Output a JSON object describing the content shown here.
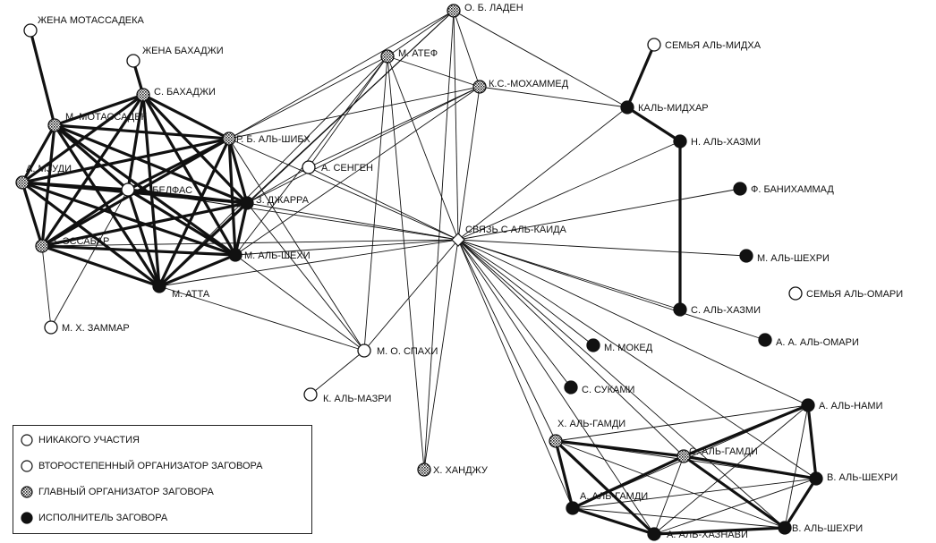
{
  "network": {
    "nodes": [
      {
        "id": "wife-motassadek",
        "label": "ЖЕНА МОТАССАДЕКА",
        "type": "none"
      },
      {
        "id": "wife-bahaji",
        "label": "ЖЕНА БАХАДЖИ",
        "type": "none"
      },
      {
        "id": "bahaji",
        "label": "С. БАХАДЖИ",
        "type": "main"
      },
      {
        "id": "motassadek",
        "label": "М. МОТАССАДЕК",
        "type": "main"
      },
      {
        "id": "mzudi",
        "label": "А. МЗУДИ",
        "type": "main"
      },
      {
        "id": "belfas",
        "label": "М. БЕЛФАС",
        "type": "secondary"
      },
      {
        "id": "essabar",
        "label": "З. ЭССАБАР",
        "type": "main"
      },
      {
        "id": "atta",
        "label": "М. АТТА",
        "type": "perpetrator"
      },
      {
        "id": "zammar",
        "label": "М. Х. ЗАММАР",
        "type": "none"
      },
      {
        "id": "shibh",
        "label": "Р. Б. АЛЬ-ШИБХ",
        "type": "main"
      },
      {
        "id": "jarrah",
        "label": "З. ДЖАРРА",
        "type": "perpetrator"
      },
      {
        "id": "shehhi-m",
        "label": "М. АЛЬ-ШЕХИ",
        "type": "perpetrator"
      },
      {
        "id": "sengen",
        "label": "А. СЕНГЕН",
        "type": "none"
      },
      {
        "id": "spahi",
        "label": "М. О. СПАХИ",
        "type": "none"
      },
      {
        "id": "mazri",
        "label": "К. АЛЬ-МАЗРИ",
        "type": "none"
      },
      {
        "id": "ladin",
        "label": "О. Б. ЛАДЕН",
        "type": "main"
      },
      {
        "id": "atef",
        "label": "М. АТЕФ",
        "type": "main"
      },
      {
        "id": "ksm",
        "label": "К.С.-МОХАММЕД",
        "type": "main"
      },
      {
        "id": "hub",
        "label": "СВЯЗЬ С АЛЬ-КАИДА",
        "type": "hub"
      },
      {
        "id": "hanjour-h",
        "label": "Х. ХАНДЖУ",
        "type": "main"
      },
      {
        "id": "mihdhar-family",
        "label": "СЕМЬЯ АЛЬ-МИДХА",
        "type": "none"
      },
      {
        "id": "mihdhar",
        "label": "КАЛЬ-МИДХАР",
        "type": "perpetrator"
      },
      {
        "id": "hazmi-n",
        "label": "Н. АЛЬ-ХАЗМИ",
        "type": "perpetrator"
      },
      {
        "id": "banihammad",
        "label": "Ф. БАНИХАММАД",
        "type": "perpetrator"
      },
      {
        "id": "shehri-m",
        "label": "М. АЛЬ-ШЕХРИ",
        "type": "perpetrator"
      },
      {
        "id": "omari-family",
        "label": "СЕМЬЯ АЛЬ-ОМАРИ",
        "type": "none"
      },
      {
        "id": "hazmi-s",
        "label": "С. АЛЬ-ХАЗМИ",
        "type": "perpetrator"
      },
      {
        "id": "omari",
        "label": "А. А. АЛЬ-ОМАРИ",
        "type": "perpetrator"
      },
      {
        "id": "moqed",
        "label": "М. МОКЕД",
        "type": "perpetrator"
      },
      {
        "id": "suqami",
        "label": "С. СУКАМИ",
        "type": "perpetrator"
      },
      {
        "id": "nami",
        "label": "А. АЛЬ-НАМИ",
        "type": "perpetrator"
      },
      {
        "id": "ghamdi-h",
        "label": "Х. АЛЬ-ГАМДИ",
        "type": "main"
      },
      {
        "id": "ghamdi-s",
        "label": "С. АЛЬ-ГАМДИ",
        "type": "main"
      },
      {
        "id": "ghamdi-a",
        "label": "А. АЛЬ-ГАМДИ",
        "type": "perpetrator"
      },
      {
        "id": "shehri-w",
        "label": "В. АЛЬ-ШЕХРИ",
        "type": "perpetrator"
      },
      {
        "id": "shehri-w2",
        "label": "В. АЛЬ-ШЕХРИ",
        "type": "perpetrator"
      },
      {
        "id": "haznawi",
        "label": "А. АЛЬ-ХАЗНАВИ",
        "type": "perpetrator"
      }
    ],
    "edges_thick": [
      [
        "wife-motassadek",
        "motassadek"
      ],
      [
        "wife-bahaji",
        "bahaji"
      ],
      [
        "bahaji",
        "motassadek"
      ],
      [
        "bahaji",
        "mzudi"
      ],
      [
        "bahaji",
        "belfas"
      ],
      [
        "bahaji",
        "essabar"
      ],
      [
        "bahaji",
        "atta"
      ],
      [
        "bahaji",
        "shibh"
      ],
      [
        "bahaji",
        "jarrah"
      ],
      [
        "bahaji",
        "shehhi-m"
      ],
      [
        "motassadek",
        "mzudi"
      ],
      [
        "motassadek",
        "belfas"
      ],
      [
        "motassadek",
        "essabar"
      ],
      [
        "motassadek",
        "atta"
      ],
      [
        "motassadek",
        "shibh"
      ],
      [
        "motassadek",
        "jarrah"
      ],
      [
        "motassadek",
        "shehhi-m"
      ],
      [
        "mzudi",
        "belfas"
      ],
      [
        "mzudi",
        "essabar"
      ],
      [
        "mzudi",
        "atta"
      ],
      [
        "mzudi",
        "shibh"
      ],
      [
        "mzudi",
        "jarrah"
      ],
      [
        "mzudi",
        "shehhi-m"
      ],
      [
        "belfas",
        "essabar"
      ],
      [
        "belfas",
        "atta"
      ],
      [
        "belfas",
        "shibh"
      ],
      [
        "belfas",
        "jarrah"
      ],
      [
        "belfas",
        "shehhi-m"
      ],
      [
        "essabar",
        "atta"
      ],
      [
        "essabar",
        "shibh"
      ],
      [
        "essabar",
        "jarrah"
      ],
      [
        "essabar",
        "shehhi-m"
      ],
      [
        "atta",
        "shibh"
      ],
      [
        "atta",
        "jarrah"
      ],
      [
        "atta",
        "shehhi-m"
      ],
      [
        "shibh",
        "jarrah"
      ],
      [
        "shibh",
        "shehhi-m"
      ],
      [
        "jarrah",
        "shehhi-m"
      ],
      [
        "mihdhar-family",
        "mihdhar"
      ],
      [
        "mihdhar",
        "hazmi-n"
      ],
      [
        "hazmi-n",
        "hazmi-s"
      ],
      [
        "ghamdi-h",
        "ghamdi-s"
      ],
      [
        "ghamdi-h",
        "ghamdi-a"
      ],
      [
        "ghamdi-s",
        "nami"
      ],
      [
        "ghamdi-s",
        "shehri-w"
      ],
      [
        "ghamdi-s",
        "ghamdi-a"
      ],
      [
        "nami",
        "shehri-w"
      ],
      [
        "shehri-w",
        "shehri-w2"
      ],
      [
        "haznawi",
        "shehri-w2"
      ],
      [
        "ghamdi-a",
        "haznawi"
      ],
      [
        "ghamdi-h",
        "haznawi"
      ],
      [
        "ghamdi-s",
        "shehri-w2"
      ]
    ],
    "edges_thin": [
      [
        "hub",
        "ladin"
      ],
      [
        "hub",
        "atef"
      ],
      [
        "hub",
        "ksm"
      ],
      [
        "hub",
        "shibh"
      ],
      [
        "hub",
        "jarrah"
      ],
      [
        "hub",
        "shehhi-m"
      ],
      [
        "hub",
        "atta"
      ],
      [
        "hub",
        "sengen"
      ],
      [
        "hub",
        "spahi"
      ],
      [
        "hub",
        "hanjour-h"
      ],
      [
        "hub",
        "essabar"
      ],
      [
        "hub",
        "belfas"
      ],
      [
        "hub",
        "hazmi-n"
      ],
      [
        "hub",
        "mihdhar"
      ],
      [
        "hub",
        "banihammad"
      ],
      [
        "hub",
        "shehri-m"
      ],
      [
        "hub",
        "hazmi-s"
      ],
      [
        "hub",
        "omari"
      ],
      [
        "hub",
        "moqed"
      ],
      [
        "hub",
        "suqami"
      ],
      [
        "hub",
        "nami"
      ],
      [
        "hub",
        "ghamdi-h"
      ],
      [
        "hub",
        "ghamdi-s"
      ],
      [
        "hub",
        "ghamdi-a"
      ],
      [
        "hub",
        "shehri-w"
      ],
      [
        "hub",
        "shehri-w2"
      ],
      [
        "hub",
        "haznawi"
      ],
      [
        "ladin",
        "atef"
      ],
      [
        "ladin",
        "ksm"
      ],
      [
        "ladin",
        "mihdhar"
      ],
      [
        "ladin",
        "hanjour-h"
      ],
      [
        "ladin",
        "shibh"
      ],
      [
        "ladin",
        "jarrah"
      ],
      [
        "ladin",
        "atta"
      ],
      [
        "atef",
        "ksm"
      ],
      [
        "atef",
        "shibh"
      ],
      [
        "atef",
        "shehhi-m"
      ],
      [
        "atef",
        "atta"
      ],
      [
        "atef",
        "hanjour-h"
      ],
      [
        "atef",
        "spahi"
      ],
      [
        "atef",
        "sengen"
      ],
      [
        "ksm",
        "mihdhar"
      ],
      [
        "ksm",
        "shibh"
      ],
      [
        "ksm",
        "jarrah"
      ],
      [
        "ksm",
        "shehhi-m"
      ],
      [
        "ksm",
        "sengen"
      ],
      [
        "shibh",
        "spahi"
      ],
      [
        "jarrah",
        "spahi"
      ],
      [
        "shehhi-m",
        "spahi"
      ],
      [
        "atta",
        "spahi"
      ],
      [
        "jarrah",
        "sengen"
      ],
      [
        "spahi",
        "mazri"
      ],
      [
        "essabar",
        "zammar"
      ],
      [
        "belfas",
        "zammar"
      ],
      [
        "ghamdi-h",
        "nami"
      ],
      [
        "ghamdi-h",
        "shehri-w"
      ],
      [
        "ghamdi-h",
        "shehri-w2"
      ],
      [
        "ghamdi-a",
        "nami"
      ],
      [
        "ghamdi-a",
        "shehri-w"
      ],
      [
        "ghamdi-a",
        "shehri-w2"
      ],
      [
        "haznawi",
        "nami"
      ],
      [
        "haznawi",
        "shehri-w"
      ],
      [
        "haznawi",
        "ghamdi-s"
      ],
      [
        "nami",
        "shehri-w2"
      ]
    ]
  },
  "legend": {
    "items": [
      {
        "type": "none",
        "label": "НИКАКОГО УЧАСТИЯ"
      },
      {
        "type": "secondary",
        "label": "ВТОРОСТЕПЕННЫЙ ОРГАНИЗАТОР ЗАГОВОРА"
      },
      {
        "type": "main",
        "label": "ГЛАВНЫЙ ОРГАНИЗАТОР ЗАГОВОРА"
      },
      {
        "type": "perpetrator",
        "label": "ИСПОЛНИТЕЛЬ ЗАГОВОРА"
      }
    ]
  },
  "colors": {
    "ink": "#111111",
    "paper": "#ffffff",
    "main_fill": "#7a7a7a"
  }
}
